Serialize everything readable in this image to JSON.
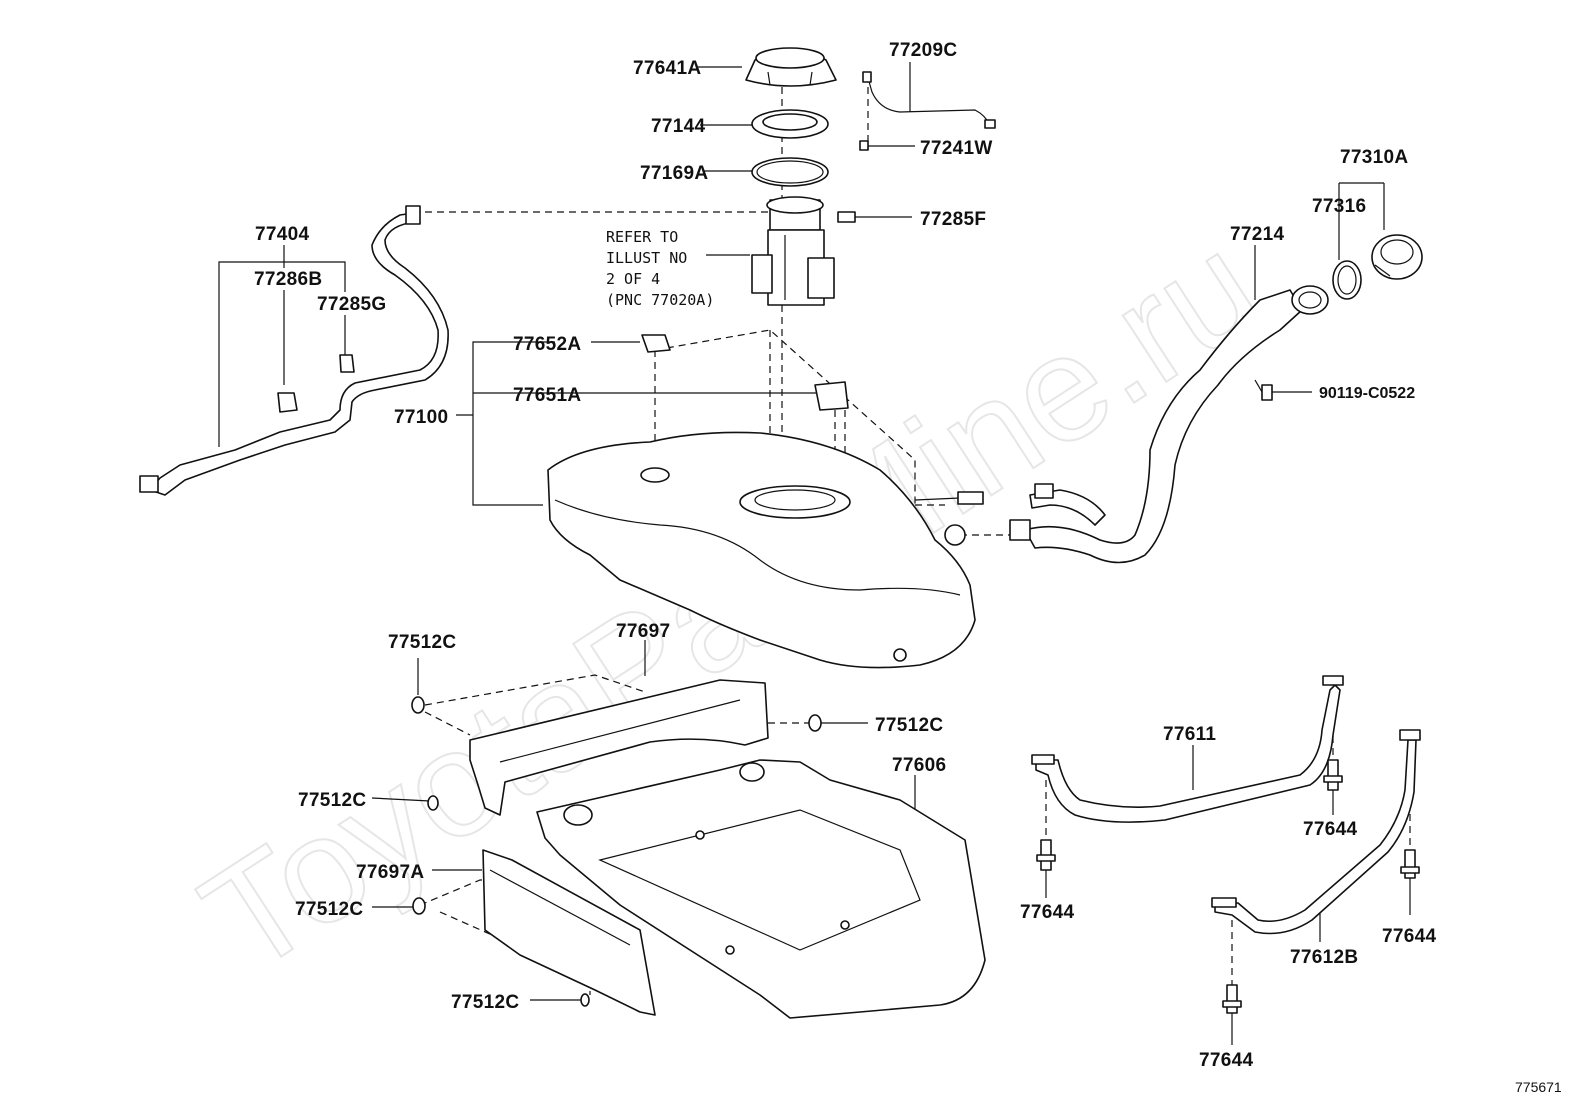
{
  "watermark": "ToyotaPartMine.ru",
  "reference_note": {
    "line1": "REFER TO",
    "line2": "ILLUST NO",
    "line3": "2 OF 4",
    "line4": "(PNC 77020A)"
  },
  "figure_number": "775671",
  "part_labels": {
    "p77641A": "77641A",
    "p77209C": "77209C",
    "p77144": "77144",
    "p77241W": "77241W",
    "p77169A": "77169A",
    "p77285F": "77285F",
    "p77404": "77404",
    "p77286B": "77286B",
    "p77285G": "77285G",
    "p77652A": "77652A",
    "p77651A": "77651A",
    "p77100": "77100",
    "p77310A": "77310A",
    "p77316": "77316",
    "p77214": "77214",
    "p90119": "90119-C0522",
    "p77512C_a": "77512C",
    "p77697": "77697",
    "p77512C_b": "77512C",
    "p77606": "77606",
    "p77512C_c": "77512C",
    "p77697A": "77697A",
    "p77512C_d": "77512C",
    "p77512C_e": "77512C",
    "p77611": "77611",
    "p77644_a": "77644",
    "p77644_b": "77644",
    "p77612B": "77612B",
    "p77644_c": "77644",
    "p77644_d": "77644"
  }
}
